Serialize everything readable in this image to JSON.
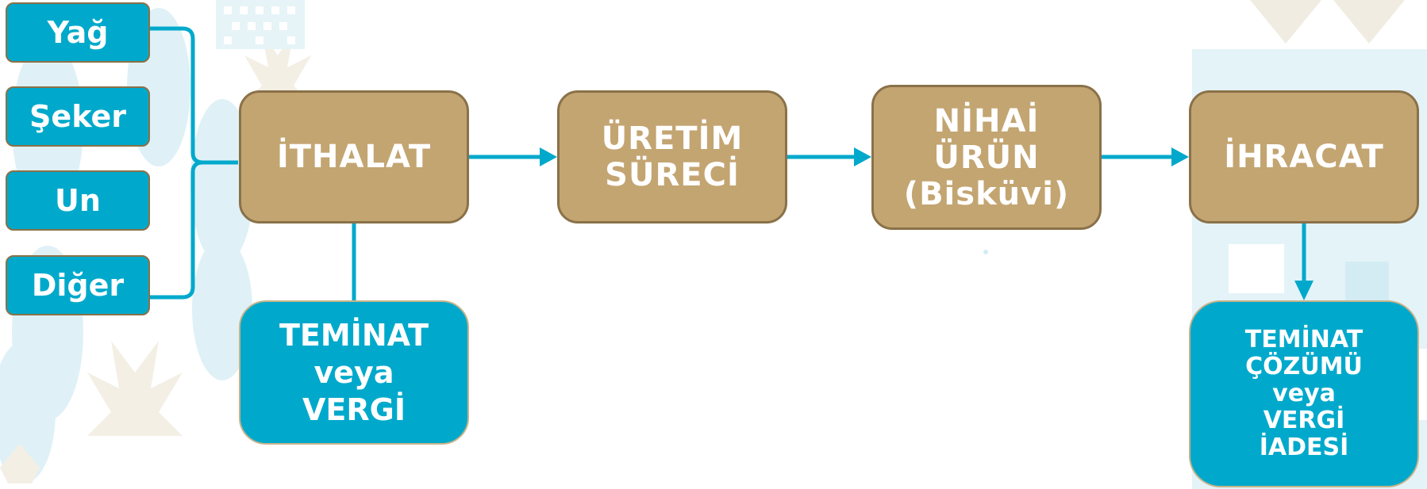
{
  "inputs": [
    "Yağ",
    "Şeker",
    "Un",
    "Diğer"
  ],
  "stages": [
    [
      "İTHALAT"
    ],
    [
      "ÜRETİM",
      "SÜRECİ"
    ],
    [
      "NİHAİ",
      "ÜRÜN",
      "(Bisküvi)"
    ],
    [
      "İHRACAT"
    ]
  ],
  "outcomes": [
    [
      "TEMİNAT",
      "veya",
      "VERGİ"
    ],
    [
      "TEMİNAT",
      "ÇÖZÜMÜ",
      "veya",
      "VERGİ",
      "İADESİ"
    ]
  ],
  "colors": {
    "stage_fill": "#c3a572",
    "stage_border": "#8a7148",
    "accent": "#00a9cb",
    "connector": "#00a9cb",
    "text": "#ffffff"
  }
}
